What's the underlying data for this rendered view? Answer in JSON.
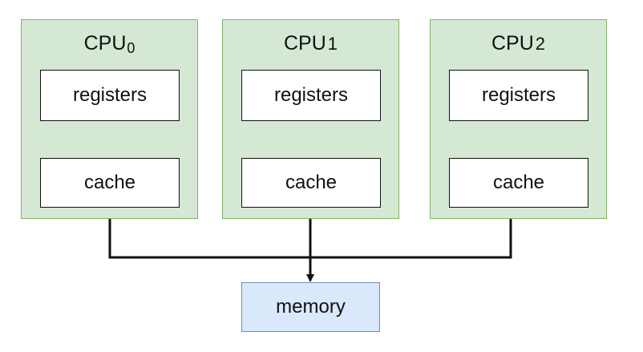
{
  "cpus": [
    {
      "name": "CPU",
      "index": "0",
      "index_style": "subscript",
      "registers_label": "registers",
      "cache_label": "cache"
    },
    {
      "name": "CPU",
      "index": "1",
      "index_style": "plain",
      "registers_label": "registers",
      "cache_label": "cache"
    },
    {
      "name": "CPU",
      "index": "2",
      "index_style": "plain",
      "registers_label": "registers",
      "cache_label": "cache"
    }
  ],
  "memory": {
    "label": "memory"
  },
  "colors": {
    "cpu_fill": "#d5e8d4",
    "cpu_stroke": "#82b366",
    "memory_fill": "#dae8fc",
    "memory_stroke": "#6c8ebf",
    "line": "#111111"
  }
}
